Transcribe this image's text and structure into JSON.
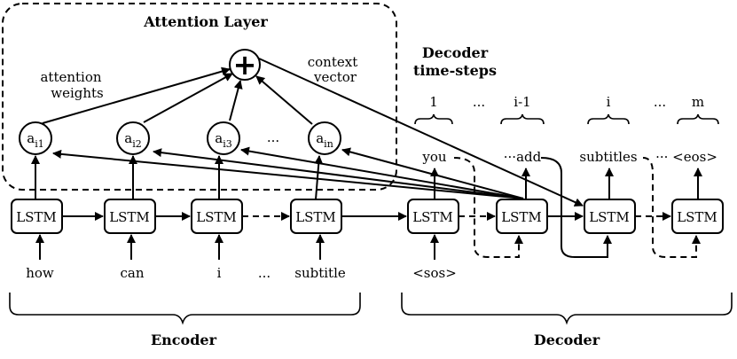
{
  "diagram": {
    "attention_title": "Attention Layer",
    "attention_weights_line1": "attention",
    "attention_weights_line2": "weights",
    "context_vector_line1": "context",
    "context_vector_line2": "vector",
    "decoder_timesteps_line1": "Decoder",
    "decoder_timesteps_line2": "time-steps",
    "combine_symbol": "+",
    "attention_nodes": [
      {
        "base": "a",
        "sub": "i1"
      },
      {
        "base": "a",
        "sub": "i2"
      },
      {
        "base": "a",
        "sub": "i3"
      },
      {
        "base": "a",
        "sub": "in"
      }
    ],
    "attention_ellipsis": "...",
    "lstm_label": "LSTM",
    "encoder_inputs": [
      "how",
      "can",
      "i",
      "...",
      "subtitle"
    ],
    "decoder_input": "<sos>",
    "timestep_labels": [
      "1",
      "...",
      "i-1",
      "i",
      "...",
      "m"
    ],
    "decoder_outputs": [
      "you",
      "···add",
      "subtitles",
      "··· <eos>"
    ],
    "encoder_label": "Encoder",
    "decoder_label": "Decoder"
  }
}
